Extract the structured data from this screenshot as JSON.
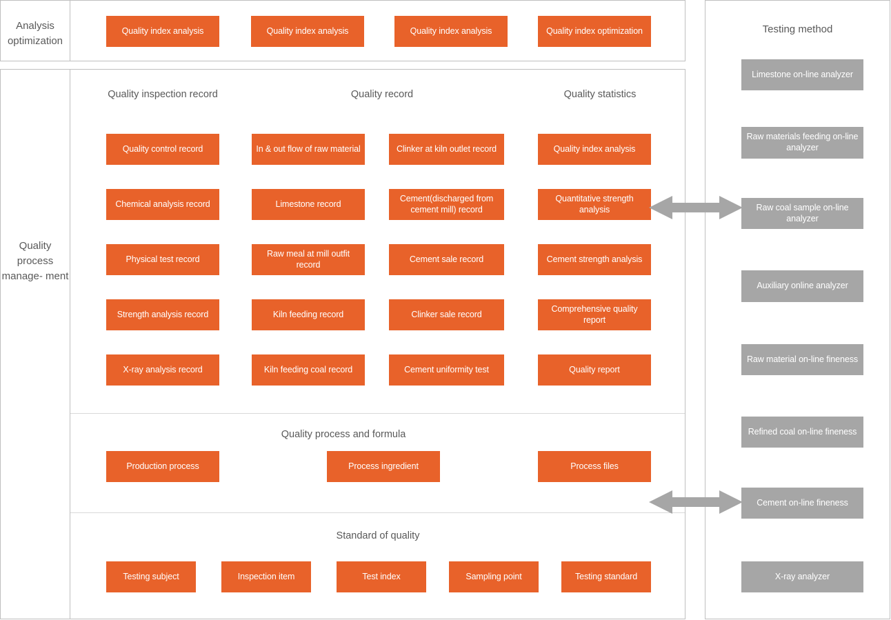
{
  "colors": {
    "accent_orange": "#E8622A",
    "accent_gray": "#A6A6A6",
    "border": "#BFBFBF",
    "text": "#595959"
  },
  "left_labels": {
    "analysis_optimization": "Analysis optimization",
    "quality_process_management": "Quality process manage- ment"
  },
  "top_section": {
    "boxes": [
      {
        "label": "Quality index analysis"
      },
      {
        "label": "Quality index analysis"
      },
      {
        "label": "Quality index analysis"
      },
      {
        "label": "Quality index optimization"
      }
    ]
  },
  "main_section": {
    "column_titles": [
      {
        "label": "Quality inspection record"
      },
      {
        "label": "Quality record"
      },
      {
        "label": "Quality statistics"
      }
    ],
    "col1": [
      {
        "label": "Quality control record"
      },
      {
        "label": "Chemical analysis record"
      },
      {
        "label": "Physical test record"
      },
      {
        "label": "Strength analysis record"
      },
      {
        "label": "X-ray analysis record"
      }
    ],
    "col2": [
      {
        "label": "In & out flow of raw material"
      },
      {
        "label": "Limestone record"
      },
      {
        "label": "Raw meal at mill outfit record"
      },
      {
        "label": "Kiln feeding record"
      },
      {
        "label": "Kiln feeding coal record"
      }
    ],
    "col3": [
      {
        "label": "Clinker at kiln outlet record"
      },
      {
        "label": "Cement(discharged from cement mill) record"
      },
      {
        "label": "Cement sale record"
      },
      {
        "label": "Clinker sale record"
      },
      {
        "label": "Cement uniformity test"
      }
    ],
    "col4": [
      {
        "label": "Quality index analysis"
      },
      {
        "label": "Quantitative strength analysis"
      },
      {
        "label": "Cement strength analysis"
      },
      {
        "label": "Comprehensive quality report"
      },
      {
        "label": "Quality report"
      }
    ]
  },
  "process_section": {
    "title": "Quality process and formula",
    "boxes": [
      {
        "label": "Production process"
      },
      {
        "label": "Process ingredient"
      },
      {
        "label": "Process files"
      }
    ]
  },
  "standard_section": {
    "title": "Standard of quality",
    "boxes": [
      {
        "label": "Testing subject"
      },
      {
        "label": "Inspection item"
      },
      {
        "label": "Test index"
      },
      {
        "label": "Sampling point"
      },
      {
        "label": "Testing standard"
      }
    ]
  },
  "right_section": {
    "title": "Testing method",
    "boxes": [
      {
        "label": "Limestone  on-line analyzer"
      },
      {
        "label": "Raw materials feeding on-line analyzer"
      },
      {
        "label": "Raw coal sample on-line analyzer"
      },
      {
        "label": "Auxiliary online analyzer"
      },
      {
        "label": "Raw material on-line fineness"
      },
      {
        "label": "Refined coal on-line fineness"
      },
      {
        "label": "Cement on-line fineness"
      },
      {
        "label": "X-ray analyzer"
      }
    ]
  },
  "connectors": [
    {
      "name": "arrow-quantitative-strength-to-raw-coal"
    },
    {
      "name": "arrow-process-to-cement-fineness"
    }
  ]
}
